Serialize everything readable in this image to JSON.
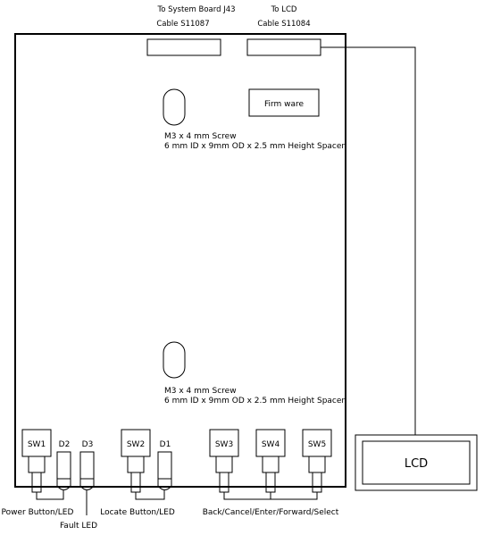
{
  "connectors": {
    "system_board": {
      "line1": "To System Board J43",
      "line2": "Cable   S11087"
    },
    "lcd": {
      "line1": "To LCD",
      "line2": "Cable   S11084"
    }
  },
  "firmware_label": "Firm ware",
  "screw_top": {
    "line1": "M3 x 4 mm Screw",
    "line2": "6 mm ID x 9mm OD x 2.5 mm Height Spacer"
  },
  "screw_bottom": {
    "line1": "M3 x 4 mm Screw",
    "line2": "6 mm ID x 9mm OD x 2.5 mm Height Spacer"
  },
  "switches": {
    "sw1": "SW1",
    "sw2": "SW2",
    "sw3": "SW3",
    "sw4": "SW4",
    "sw5": "SW5"
  },
  "leds": {
    "d1": "D1",
    "d2": "D2",
    "d3": "D3"
  },
  "callouts": {
    "power": "Power  Button/LED",
    "fault": "Fault  LED",
    "locate": "Locate  Button/LED",
    "nav": "Back/Cancel/Enter/Forward/Select"
  },
  "lcd_label": "LCD"
}
